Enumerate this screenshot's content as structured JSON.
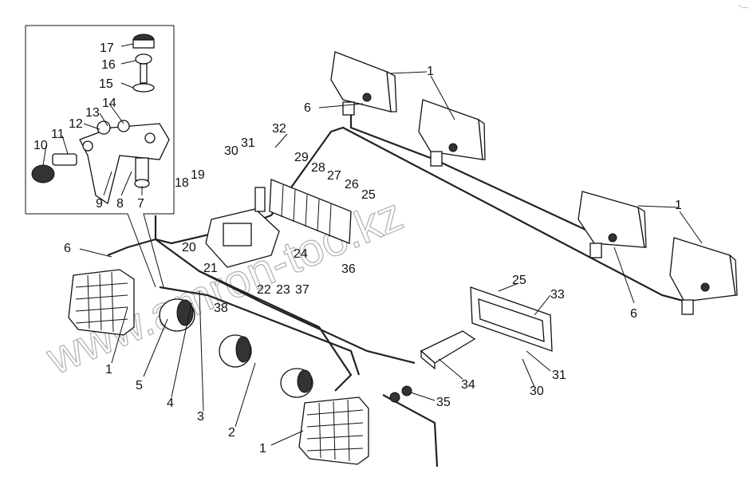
{
  "watermark": "www.amron-too.kz",
  "corner_mark": "ᐩ—",
  "callouts": [
    "1",
    "2",
    "3",
    "4",
    "5",
    "6",
    "7",
    "8",
    "9",
    "10",
    "11",
    "12",
    "13",
    "14",
    "15",
    "16",
    "17",
    "18",
    "19",
    "20",
    "21",
    "22",
    "23",
    "24",
    "25",
    "26",
    "27",
    "28",
    "29",
    "30",
    "31",
    "32",
    "33",
    "34",
    "35",
    "36",
    "37",
    "38"
  ]
}
